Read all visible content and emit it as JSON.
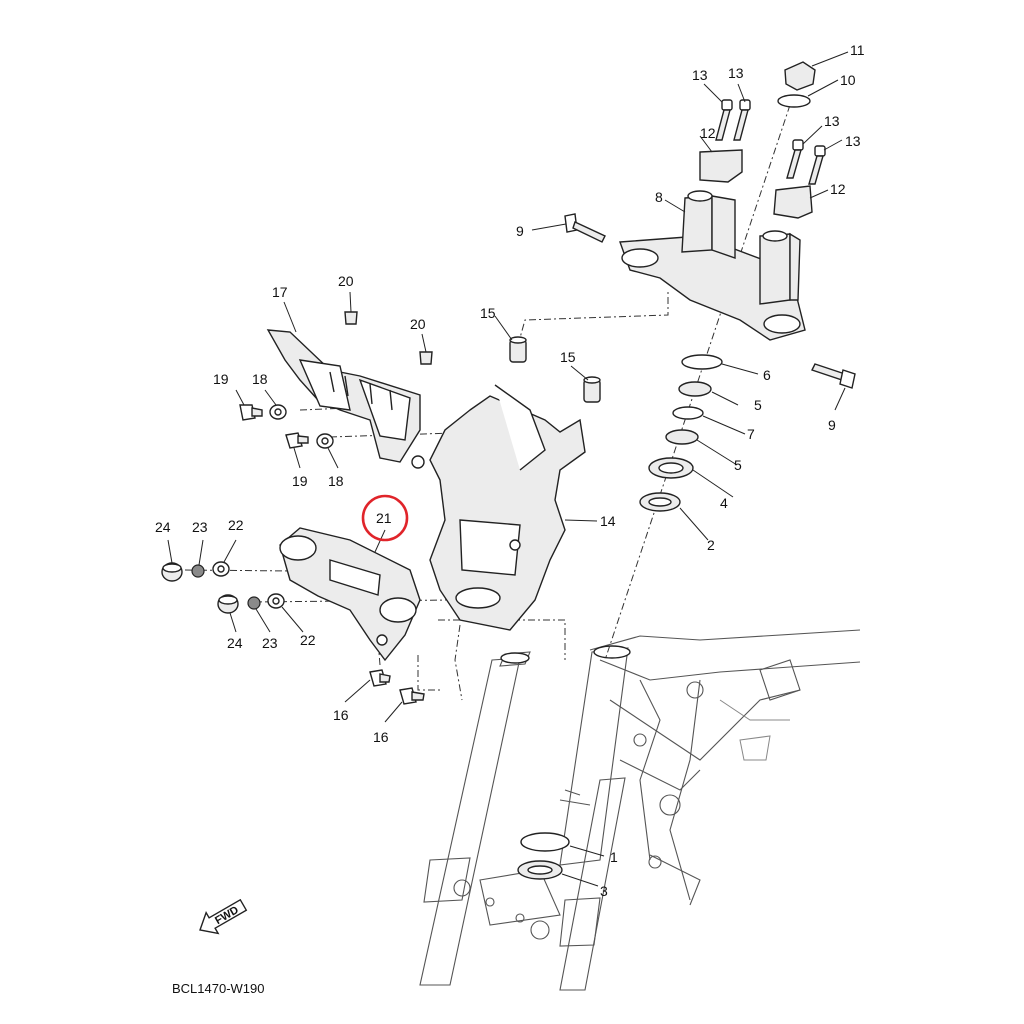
{
  "callouts": [
    {
      "id": "c11",
      "label": "11"
    },
    {
      "id": "c10",
      "label": "10"
    },
    {
      "id": "c13a",
      "label": "13"
    },
    {
      "id": "c13b",
      "label": "13"
    },
    {
      "id": "c13c",
      "label": "13"
    },
    {
      "id": "c13d",
      "label": "13"
    },
    {
      "id": "c12a",
      "label": "12"
    },
    {
      "id": "c12b",
      "label": "12"
    },
    {
      "id": "c8",
      "label": "8"
    },
    {
      "id": "c9a",
      "label": "9"
    },
    {
      "id": "c9b",
      "label": "9"
    },
    {
      "id": "c15a",
      "label": "15"
    },
    {
      "id": "c15b",
      "label": "15"
    },
    {
      "id": "c6",
      "label": "6"
    },
    {
      "id": "c5a",
      "label": "5"
    },
    {
      "id": "c7",
      "label": "7"
    },
    {
      "id": "c5b",
      "label": "5"
    },
    {
      "id": "c4",
      "label": "4"
    },
    {
      "id": "c2",
      "label": "2"
    },
    {
      "id": "c14",
      "label": "14"
    },
    {
      "id": "c17",
      "label": "17"
    },
    {
      "id": "c20a",
      "label": "20"
    },
    {
      "id": "c20b",
      "label": "20"
    },
    {
      "id": "c19a",
      "label": "19"
    },
    {
      "id": "c18a",
      "label": "18"
    },
    {
      "id": "c19b",
      "label": "19"
    },
    {
      "id": "c18b",
      "label": "18"
    },
    {
      "id": "c21",
      "label": "21"
    },
    {
      "id": "c24a",
      "label": "24"
    },
    {
      "id": "c23a",
      "label": "23"
    },
    {
      "id": "c22a",
      "label": "22"
    },
    {
      "id": "c24b",
      "label": "24"
    },
    {
      "id": "c23b",
      "label": "23"
    },
    {
      "id": "c22b",
      "label": "22"
    },
    {
      "id": "c16a",
      "label": "16"
    },
    {
      "id": "c16b",
      "label": "16"
    },
    {
      "id": "c1",
      "label": "1"
    },
    {
      "id": "c3",
      "label": "3"
    }
  ],
  "highlighted_part": "21",
  "highlight_color": "#e0242a",
  "fwd_badge": "FWD",
  "diagram_code": "BCL1470-W190"
}
